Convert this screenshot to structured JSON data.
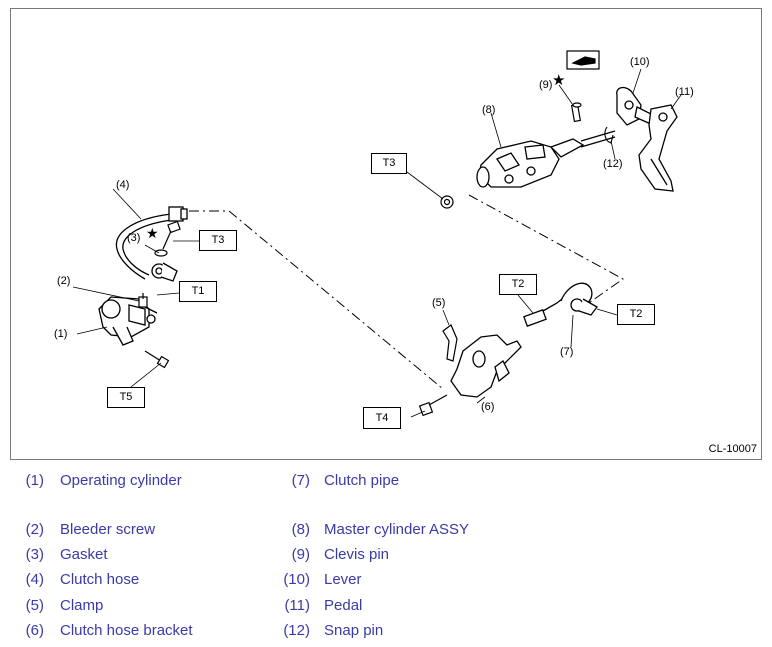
{
  "figure": {
    "id_label": "CL-10007",
    "torque_labels": {
      "t1": "T1",
      "t2a": "T2",
      "t2b": "T2",
      "t3a": "T3",
      "t3b": "T3",
      "t4": "T4",
      "t5": "T5"
    },
    "callouts": {
      "c1": "(1)",
      "c2": "(2)",
      "c3": "(3)",
      "c4": "(4)",
      "c5": "(5)",
      "c6": "(6)",
      "c7": "(7)",
      "c8": "(8)",
      "c9": "(9)",
      "c10": "(10)",
      "c11": "(11)",
      "c12": "(12)"
    },
    "star_symbol": "★"
  },
  "legend": [
    {
      "num": "(1)",
      "name": "Operating cylinder"
    },
    {
      "num": "(2)",
      "name": "Bleeder screw"
    },
    {
      "num": "(3)",
      "name": "Gasket"
    },
    {
      "num": "(4)",
      "name": "Clutch hose"
    },
    {
      "num": "(5)",
      "name": "Clamp"
    },
    {
      "num": "(6)",
      "name": "Clutch hose bracket"
    },
    {
      "num": "(7)",
      "name": "Clutch pipe"
    },
    {
      "num": "(8)",
      "name": "Master cylinder ASSY"
    },
    {
      "num": "(9)",
      "name": "Clevis pin"
    },
    {
      "num": "(10)",
      "name": "Lever"
    },
    {
      "num": "(11)",
      "name": "Pedal"
    },
    {
      "num": "(12)",
      "name": "Snap pin"
    }
  ]
}
